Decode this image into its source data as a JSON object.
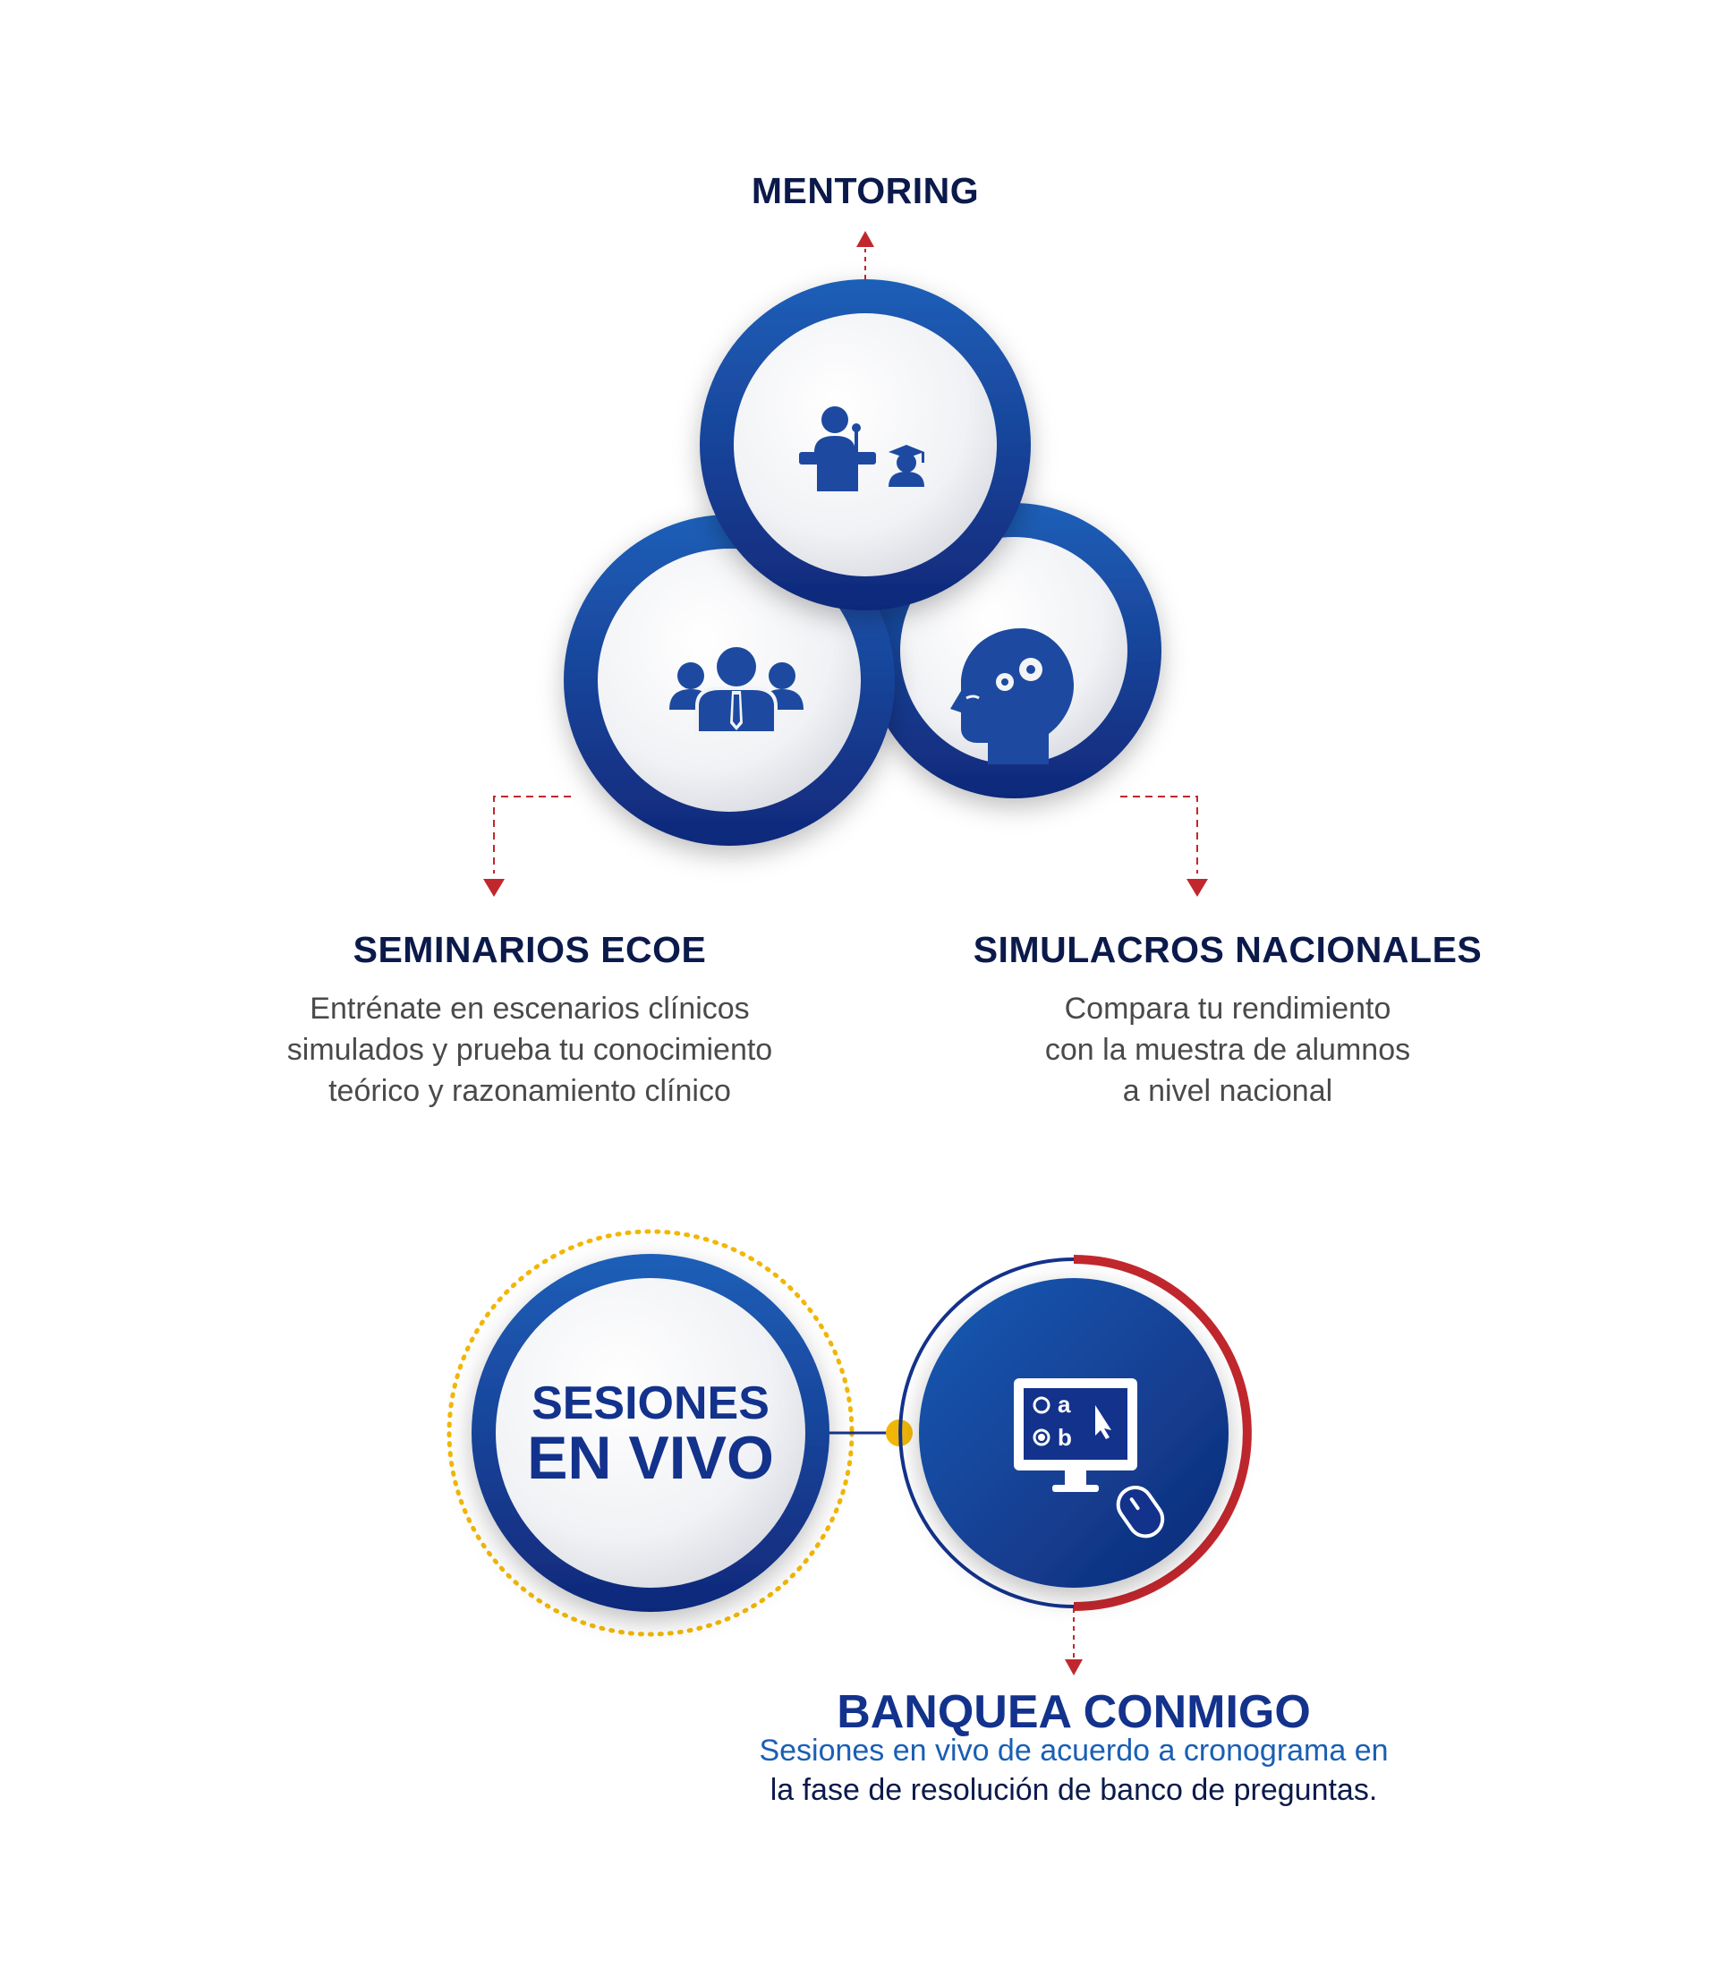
{
  "mentoring": {
    "title": "MENTORING",
    "icon": "teacher-student-icon"
  },
  "seminarios": {
    "title": "SEMINARIOS ECOE",
    "icon": "group-people-icon",
    "lines": [
      "Entrénate en escenarios clínicos",
      "simulados y prueba tu conocimiento",
      "teórico y razonamiento clínico"
    ]
  },
  "simulacros": {
    "title": "SIMULACROS NACIONALES",
    "icon": "head-gears-icon",
    "lines": [
      "Compara tu rendimiento",
      "con la muestra de alumnos",
      "a nivel nacional"
    ]
  },
  "sesiones": {
    "line1": "SESIONES",
    "line2": "EN VIVO"
  },
  "banquea": {
    "title": "BANQUEA CONMIGO",
    "icon": "computer-quiz-icon",
    "quiz_options": [
      "a",
      "b"
    ],
    "lines": [
      "Sesiones en vivo de acuerdo a cronograma en",
      "la fase de resolución de banco de preguntas."
    ]
  },
  "colors": {
    "navy": "#0b1a4a",
    "blue": "#13328c",
    "accent_blue": "#1a5fb4",
    "red": "#c1272d",
    "gold": "#f2b705"
  }
}
